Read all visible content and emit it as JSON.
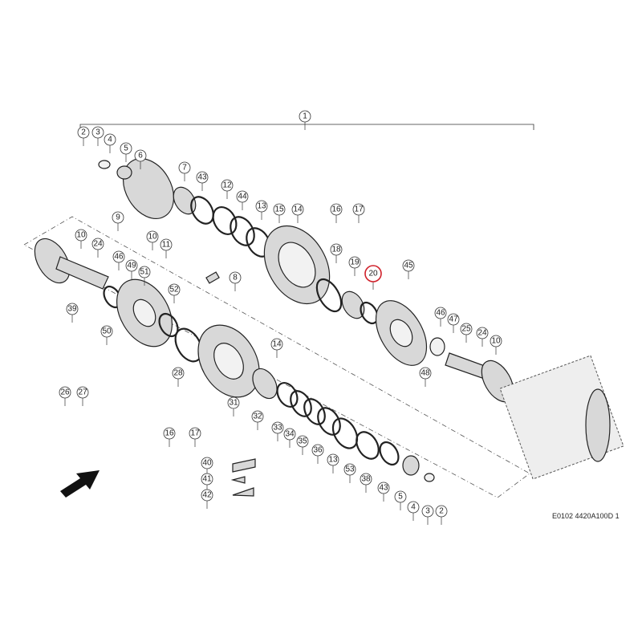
{
  "diagram": {
    "assembly_callout": "1",
    "highlighted_callout": "20",
    "highlight_color": "#d0202a",
    "callouts": [
      "2",
      "3",
      "4",
      "5",
      "6",
      "7",
      "43",
      "12",
      "44",
      "13",
      "15",
      "14",
      "16",
      "17",
      "9",
      "10",
      "11",
      "10",
      "24",
      "46",
      "49",
      "51",
      "18",
      "19",
      "20",
      "45",
      "8",
      "39",
      "50",
      "52",
      "46",
      "47",
      "25",
      "24",
      "10",
      "14",
      "28",
      "31",
      "32",
      "48",
      "26",
      "27",
      "33",
      "34",
      "35",
      "36",
      "13",
      "53",
      "38",
      "43",
      "5",
      "4",
      "3",
      "2",
      "16",
      "17",
      "40",
      "41",
      "42"
    ],
    "document_code": "E0102 4420A100D 1",
    "direction_arrow_icon": "arrow-up-right-icon"
  }
}
